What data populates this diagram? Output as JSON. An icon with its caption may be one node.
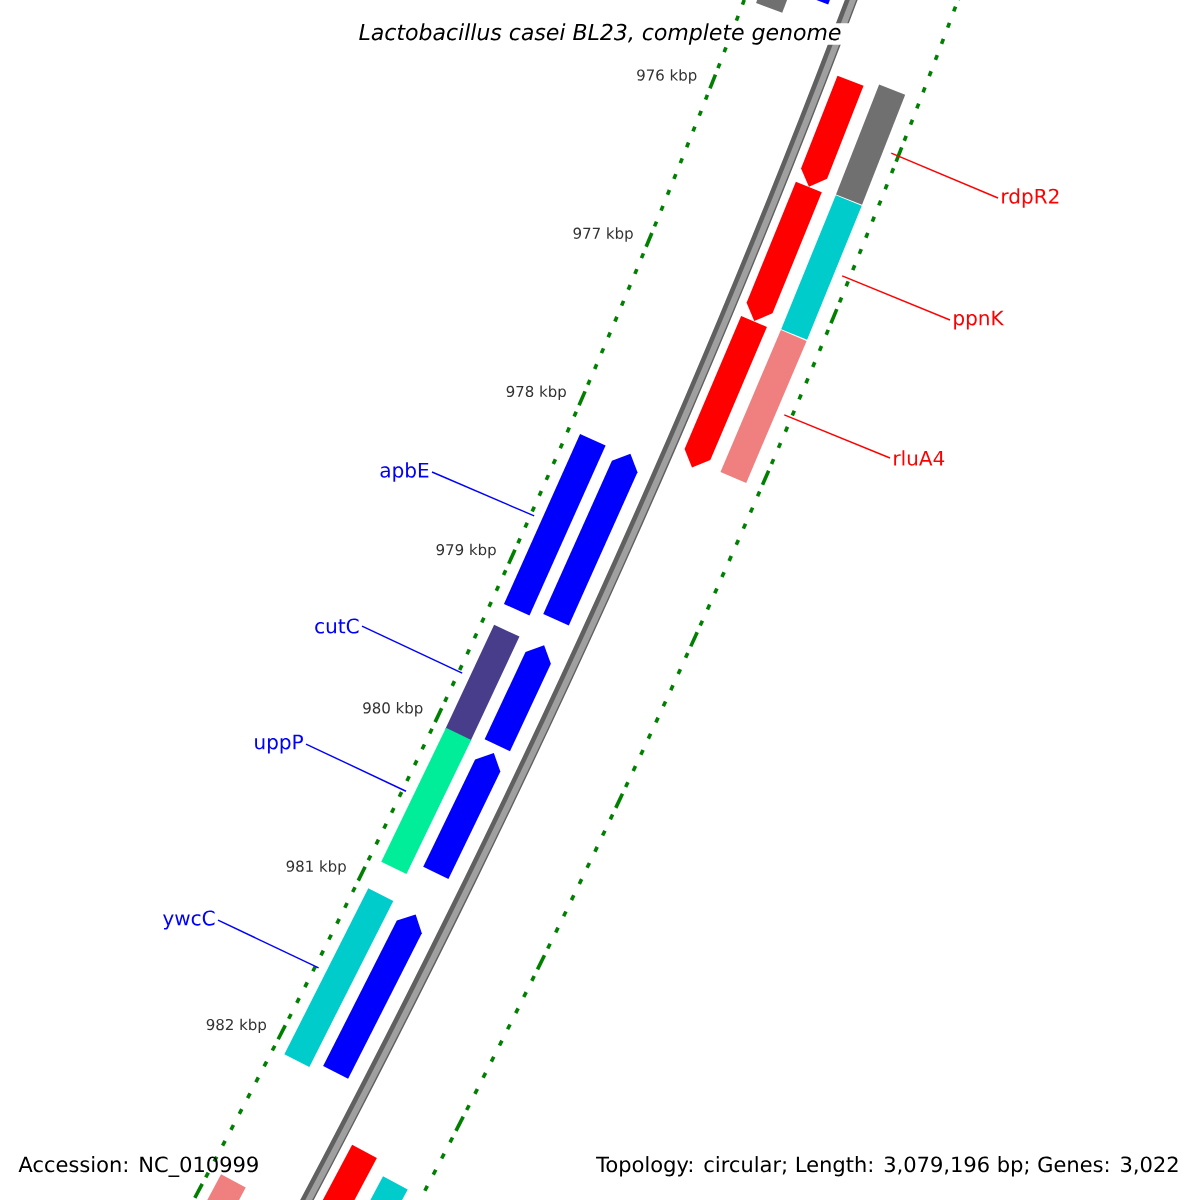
{
  "diagram": {
    "title": "Lactobacillus casei BL23, complete genome",
    "nodes": [
      {
        "text": [
          "rdpR2"
        ]
      },
      {
        "text": [
          "ppnK"
        ]
      },
      {
        "text": [
          "rluA4"
        ]
      },
      {
        "text": [
          "apbE"
        ]
      },
      {
        "text": [
          "cutC"
        ]
      },
      {
        "text": [
          "uppP"
        ]
      },
      {
        "text": [
          "ywcC"
        ]
      },
      {
        "text": [],
        "shape": "bar"
      },
      {
        "text": [],
        "shape": "arrow"
      },
      {
        "text": [],
        "shape": "arrow"
      },
      {
        "text": [],
        "shape": "bar"
      },
      {
        "text": [],
        "shape": "arrow"
      },
      {
        "text": [],
        "shape": "bar"
      },
      {
        "text": [],
        "shape": "arrow"
      },
      {
        "text": [],
        "shape": "bar"
      },
      {
        "text": [],
        "shape": "bar"
      },
      {
        "text": [],
        "shape": "arrow"
      },
      {
        "text": [],
        "shape": "bar"
      },
      {
        "text": [],
        "shape": "arrow"
      },
      {
        "text": [],
        "shape": "bar"
      },
      {
        "text": [],
        "shape": "arrow"
      },
      {
        "text": [],
        "shape": "bar"
      },
      {
        "text": [],
        "shape": "arrow"
      },
      {
        "text": [],
        "shape": "arrow"
      },
      {
        "text": [],
        "shape": "bar"
      },
      {
        "text": [],
        "shape": "bar"
      }
    ],
    "edges": [
      {
        "from": 0,
        "to": 10,
        "arrow": "none",
        "color": "#ff0000"
      },
      {
        "from": 1,
        "to": 12,
        "arrow": "none",
        "color": "#ff0000"
      },
      {
        "from": 2,
        "to": 14,
        "arrow": "none",
        "color": "#ff0000"
      },
      {
        "from": 3,
        "to": 15,
        "arrow": "none",
        "color": "#0000ff"
      },
      {
        "from": 4,
        "to": 17,
        "arrow": "none",
        "color": "#0000ff"
      },
      {
        "from": 5,
        "to": 19,
        "arrow": "none",
        "color": "#0000ff"
      },
      {
        "from": 6,
        "to": 21,
        "arrow": "none",
        "color": "#0000ff"
      }
    ],
    "labels": [
      "976 kbp",
      "977 kbp",
      "978 kbp",
      "979 kbp",
      "980 kbp",
      "981 kbp",
      "982 kbp",
      "Accession: NC_010999",
      "Topology: circular; Length: 3,079,196 bp; Genes: 3,022"
    ]
  }
}
